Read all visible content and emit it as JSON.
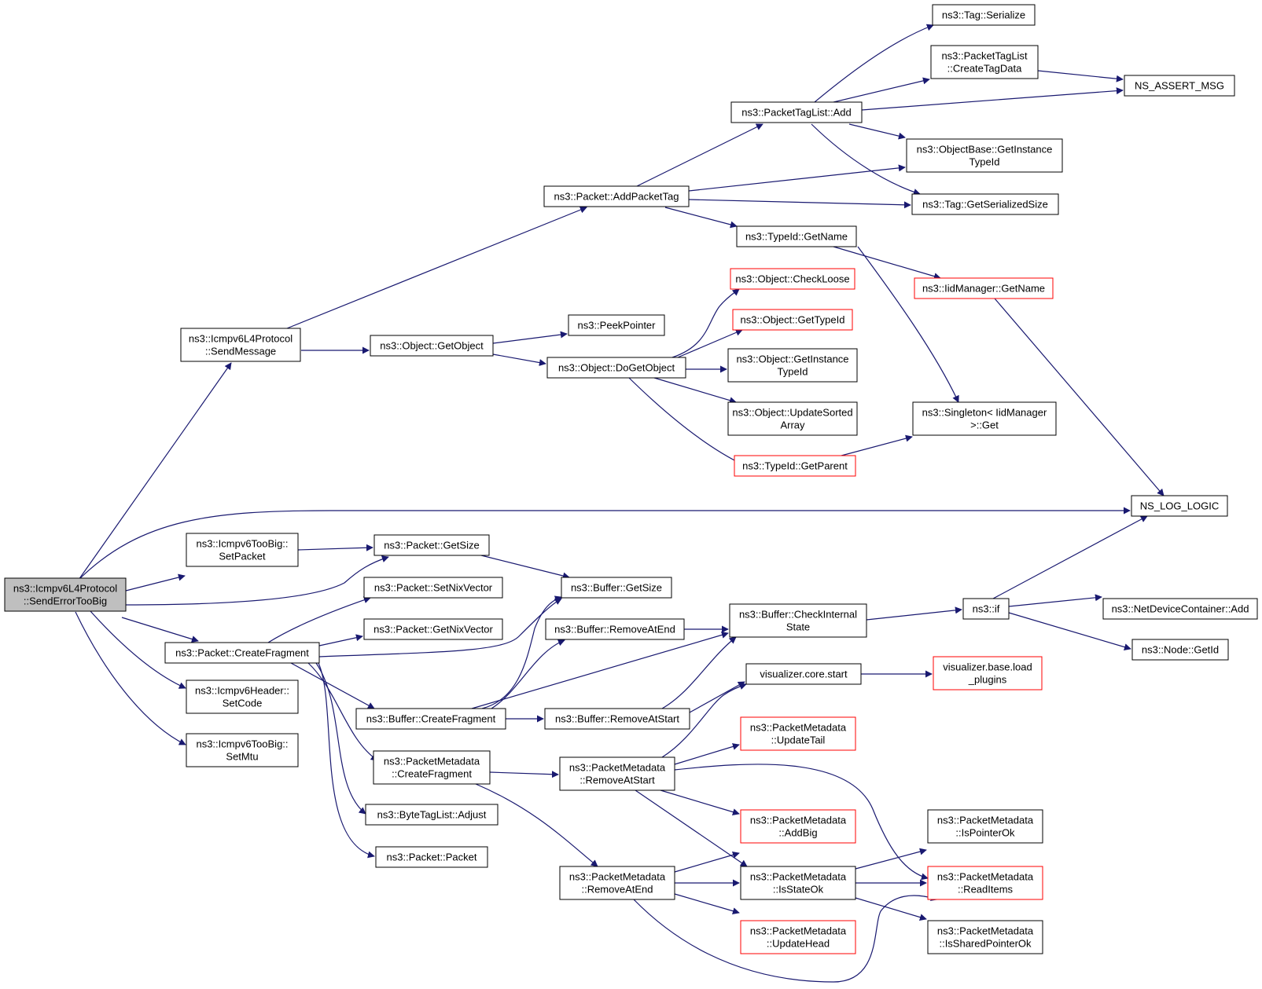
{
  "colors": {
    "edge": "#191970",
    "box": "#000000",
    "link_box": "#ff0000",
    "root_fill": "#bfbfbf"
  },
  "nodes": {
    "root": [
      "ns3::Icmpv6L4Protocol",
      "::SendErrorTooBig"
    ],
    "send_message": [
      "ns3::Icmpv6L4Protocol",
      "::SendMessage"
    ],
    "add_packet_tag": [
      "ns3::Packet::AddPacketTag"
    ],
    "packet_tag_list_add": [
      "ns3::PacketTagList::Add"
    ],
    "tag_serialize": [
      "ns3::Tag::Serialize"
    ],
    "create_tag_data": [
      "ns3::PacketTagList",
      "::CreateTagData"
    ],
    "ns_assert_msg": [
      "NS_ASSERT_MSG"
    ],
    "objectbase_get_instance_typeid": [
      "ns3::ObjectBase::GetInstance",
      "TypeId"
    ],
    "tag_get_serialized_size": [
      "ns3::Tag::GetSerializedSize"
    ],
    "typeid_get_name": [
      "ns3::TypeId::GetName"
    ],
    "iidmanager_get_name": [
      "ns3::IidManager::GetName"
    ],
    "object_check_loose": [
      "ns3::Object::CheckLoose"
    ],
    "object_get_typeid": [
      "ns3::Object::GetTypeId"
    ],
    "peek_pointer": [
      "ns3::PeekPointer"
    ],
    "object_get_object": [
      "ns3::Object::GetObject"
    ],
    "object_do_get_object": [
      "ns3::Object::DoGetObject"
    ],
    "object_get_instance_typeid": [
      "ns3::Object::GetInstance",
      "TypeId"
    ],
    "object_update_sorted_array": [
      "ns3::Object::UpdateSorted",
      "Array"
    ],
    "singleton_get": [
      "ns3::Singleton< IidManager",
      ">::Get"
    ],
    "typeid_get_parent": [
      "ns3::TypeId::GetParent"
    ],
    "ns_log_logic": [
      "NS_LOG_LOGIC"
    ],
    "toobig_set_packet": [
      "ns3::Icmpv6TooBig::",
      "SetPacket"
    ],
    "packet_get_size": [
      "ns3::Packet::GetSize"
    ],
    "buffer_get_size": [
      "ns3::Buffer::GetSize"
    ],
    "packet_set_nix_vector": [
      "ns3::Packet::SetNixVector"
    ],
    "packet_get_nix_vector": [
      "ns3::Packet::GetNixVector"
    ],
    "packet_create_fragment": [
      "ns3::Packet::CreateFragment"
    ],
    "buffer_remove_at_end": [
      "ns3::Buffer::RemoveAtEnd"
    ],
    "buffer_check_internal_state": [
      "ns3::Buffer::CheckInternal",
      "State"
    ],
    "ns3_if": [
      "ns3::if"
    ],
    "netdevicecontainer_add": [
      "ns3::NetDeviceContainer::Add"
    ],
    "node_get_id": [
      "ns3::Node::GetId"
    ],
    "visualizer_core_start": [
      "visualizer.core.start"
    ],
    "visualizer_base_load_plugins": [
      "visualizer.base.load",
      "_plugins"
    ],
    "header_set_code": [
      "ns3::Icmpv6Header::",
      "SetCode"
    ],
    "buffer_create_fragment": [
      "ns3::Buffer::CreateFragment"
    ],
    "buffer_remove_at_start": [
      "ns3::Buffer::RemoveAtStart"
    ],
    "toobig_set_mtu": [
      "ns3::Icmpv6TooBig::",
      "SetMtu"
    ],
    "metadata_update_tail": [
      "ns3::PacketMetadata",
      "::UpdateTail"
    ],
    "metadata_create_fragment": [
      "ns3::PacketMetadata",
      "::CreateFragment"
    ],
    "metadata_remove_at_start": [
      "ns3::PacketMetadata",
      "::RemoveAtStart"
    ],
    "bytetaglist_adjust": [
      "ns3::ByteTagList::Adjust"
    ],
    "metadata_add_big": [
      "ns3::PacketMetadata",
      "::AddBig"
    ],
    "metadata_is_pointer_ok": [
      "ns3::PacketMetadata",
      "::IsPointerOk"
    ],
    "packet_packet": [
      "ns3::Packet::Packet"
    ],
    "metadata_remove_at_end": [
      "ns3::PacketMetadata",
      "::RemoveAtEnd"
    ],
    "metadata_is_state_ok": [
      "ns3::PacketMetadata",
      "::IsStateOk"
    ],
    "metadata_read_items": [
      "ns3::PacketMetadata",
      "::ReadItems"
    ],
    "metadata_update_head": [
      "ns3::PacketMetadata",
      "::UpdateHead"
    ],
    "metadata_is_shared_pointer_ok": [
      "ns3::PacketMetadata",
      "::IsSharedPointerOk"
    ]
  }
}
